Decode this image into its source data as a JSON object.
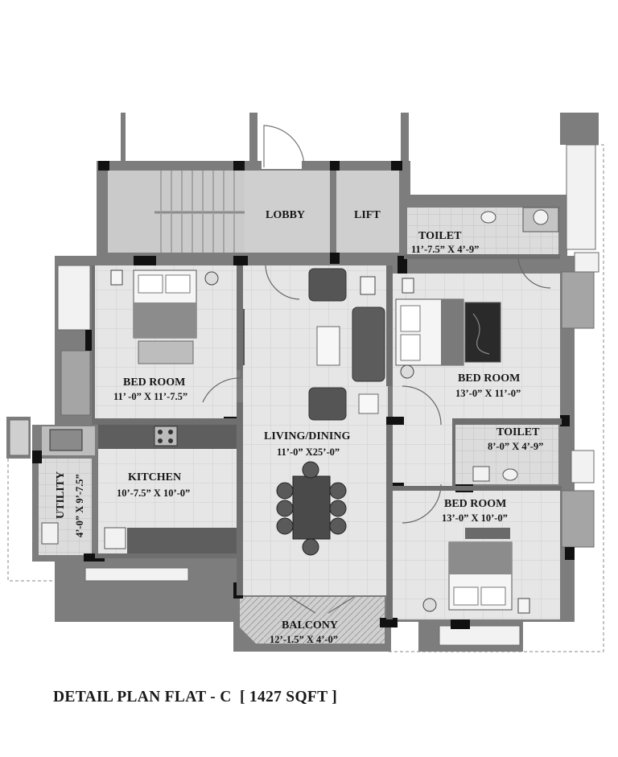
{
  "rooms": {
    "lobby": {
      "name": "LOBBY"
    },
    "lift": {
      "name": "LIFT"
    },
    "toilet_1": {
      "name": "TOILET",
      "size": "11’-7.5” X 4’-9”"
    },
    "bed_room_1": {
      "name": "BED ROOM",
      "size": "11’ -0” X 11’-7.5”"
    },
    "bed_room_2": {
      "name": "BED ROOM",
      "size": "13’-0” X 11’-0”"
    },
    "living_dining": {
      "name": "LIVING/DINING",
      "size": "11’-0” X25’-0”"
    },
    "toilet_2": {
      "name": "TOILET",
      "size": "8’-0” X 4’-9”"
    },
    "kitchen": {
      "name": "KITCHEN",
      "size": "10’-7.5” X 10’-0”"
    },
    "utility": {
      "name": "UTILITY",
      "size": "4’-0” X 9’-7.5”"
    },
    "bed_room_3": {
      "name": "BED ROOM",
      "size": "13’-0” X 10’-0”"
    },
    "balcony": {
      "name": "BALCONY",
      "size": "12’-1.5” X 4’-0”"
    }
  },
  "caption": "DETAIL PLAN FLAT - C  [ 1427 SQFT ]",
  "colors": {
    "wall": "#7d7d7d",
    "wall_dark": "#4a4a4a",
    "floor": "#e4e4e4",
    "tile_line": "#cfcfcf",
    "pillar": "#111111"
  }
}
